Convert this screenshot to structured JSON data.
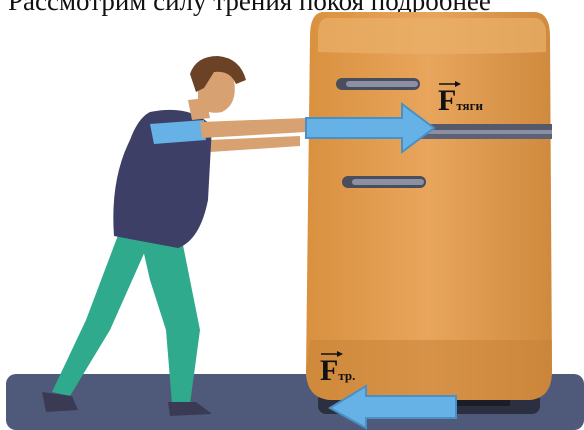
{
  "caption": {
    "text": "Рассмотрим силу трения покоя подробнее"
  },
  "forces": {
    "traction": {
      "main": "F",
      "sub": "тяги",
      "arrow_color": "#66b2e6"
    },
    "friction": {
      "main": "F",
      "sub": "тр.",
      "arrow_color": "#66b2e6"
    }
  },
  "colors": {
    "fridge": "#e09a4e",
    "fridge_dark": "#c97f33",
    "floor": "#4f5a7a",
    "shirt": "#3d3f66",
    "pants": "#2faa8c",
    "skin": "#d7a172",
    "hair": "#6b4226"
  }
}
